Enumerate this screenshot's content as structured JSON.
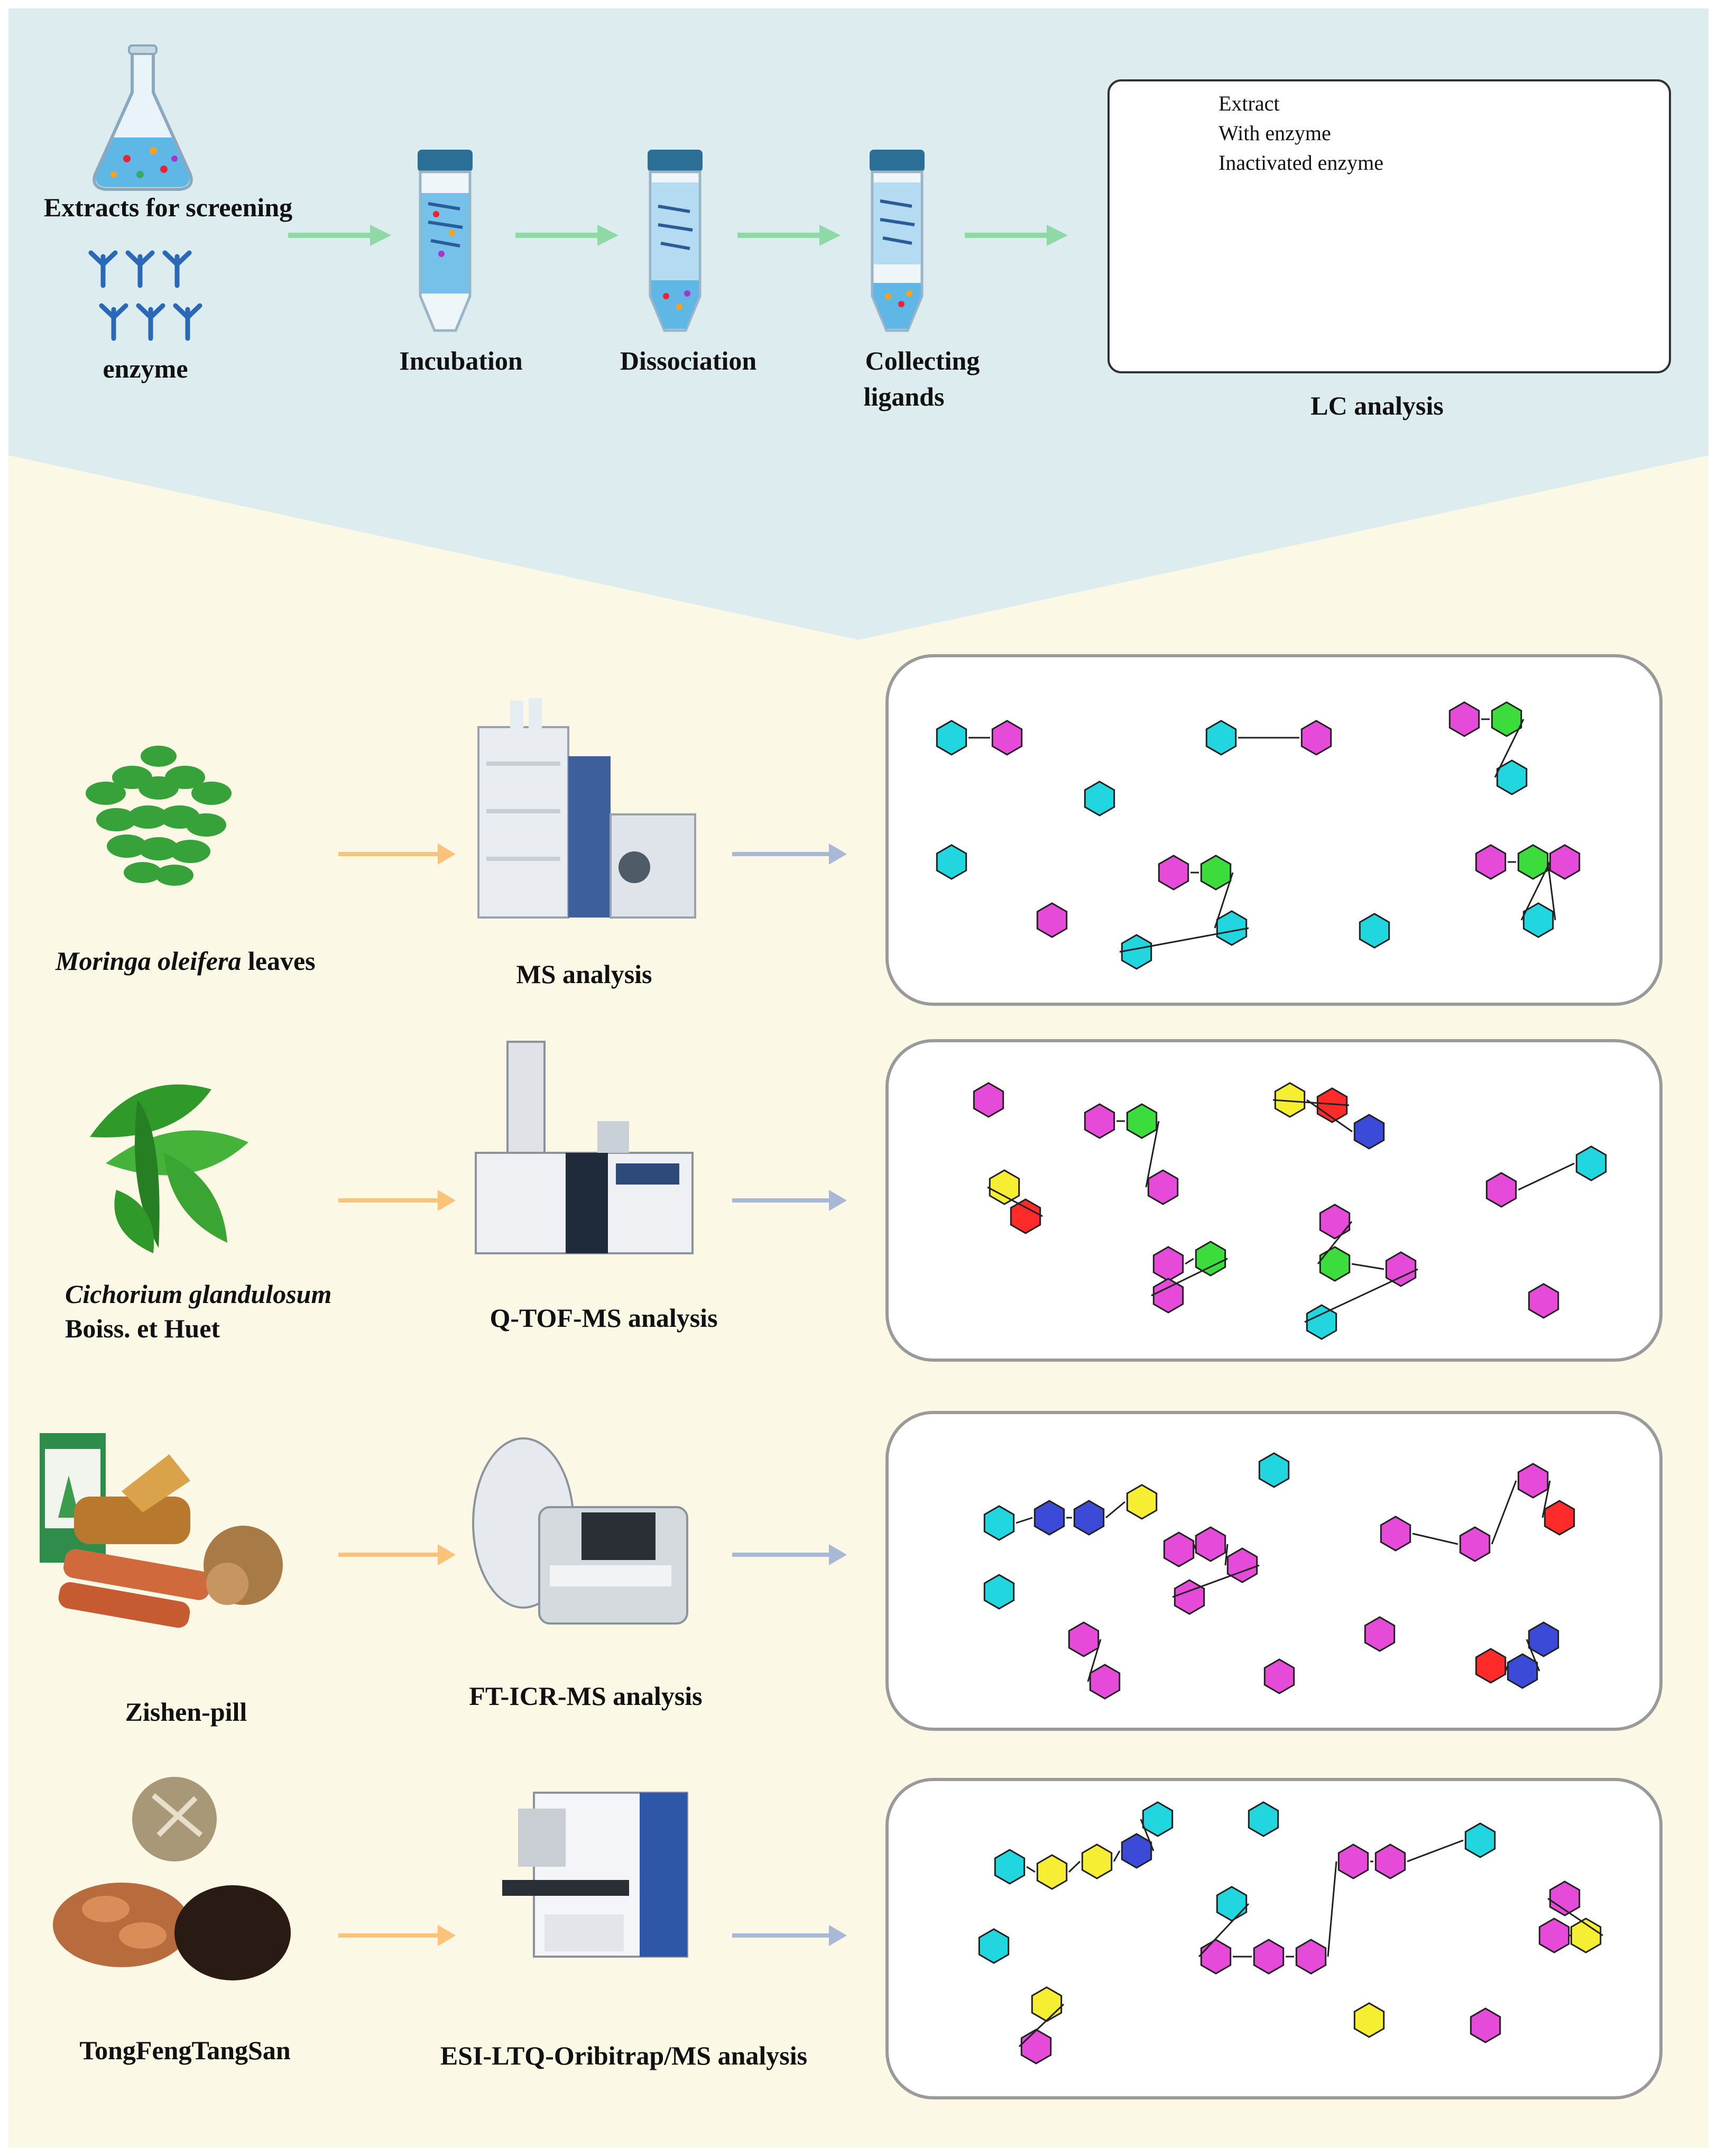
{
  "workflow": {
    "extracts_label": "Extracts for screening",
    "enzyme_label": "enzyme",
    "incubation_label": "Incubation",
    "dissociation_label": "Dissociation",
    "collecting_label_line1": "Collecting",
    "collecting_label_line2": "ligands",
    "lc_title": "LC analysis",
    "legend": [
      {
        "label": "Extract",
        "color": "#111111"
      },
      {
        "label": "With enzyme",
        "color": "#e02020"
      },
      {
        "label": "Inactivated enzyme",
        "color": "#1f77c8"
      }
    ]
  },
  "rows": [
    {
      "source_italic": "Moringa oleifera",
      "source_rest": " leaves",
      "source_line2": "",
      "instrument": "MS analysis"
    },
    {
      "source_italic": "Cichorium glandulosum",
      "source_rest": "",
      "source_line2": "Boiss. et Huet",
      "instrument": "Q-TOF-MS analysis"
    },
    {
      "source_italic": "",
      "source_rest": "Zishen-pill",
      "source_line2": "",
      "instrument": "FT-ICR-MS analysis"
    },
    {
      "source_italic": "",
      "source_rest": "TongFengTangSan",
      "source_line2": "",
      "instrument": "ESI-LTQ-Oribitrap/MS analysis"
    }
  ],
  "colors": {
    "top_bg": "#dcecef",
    "bottom_bg": "#fbf8e6",
    "green_arrow": "#8fd9a6",
    "orange_arrow": "#fbc27a",
    "blue_arrow": "#a9b8d6",
    "ring_cyan": "#22d6e0",
    "ring_magenta": "#e64ad8",
    "ring_green": "#3ddc3d",
    "ring_red": "#ff2a2a",
    "ring_blue": "#3b4bd8",
    "ring_yellow": "#f5ee33"
  }
}
